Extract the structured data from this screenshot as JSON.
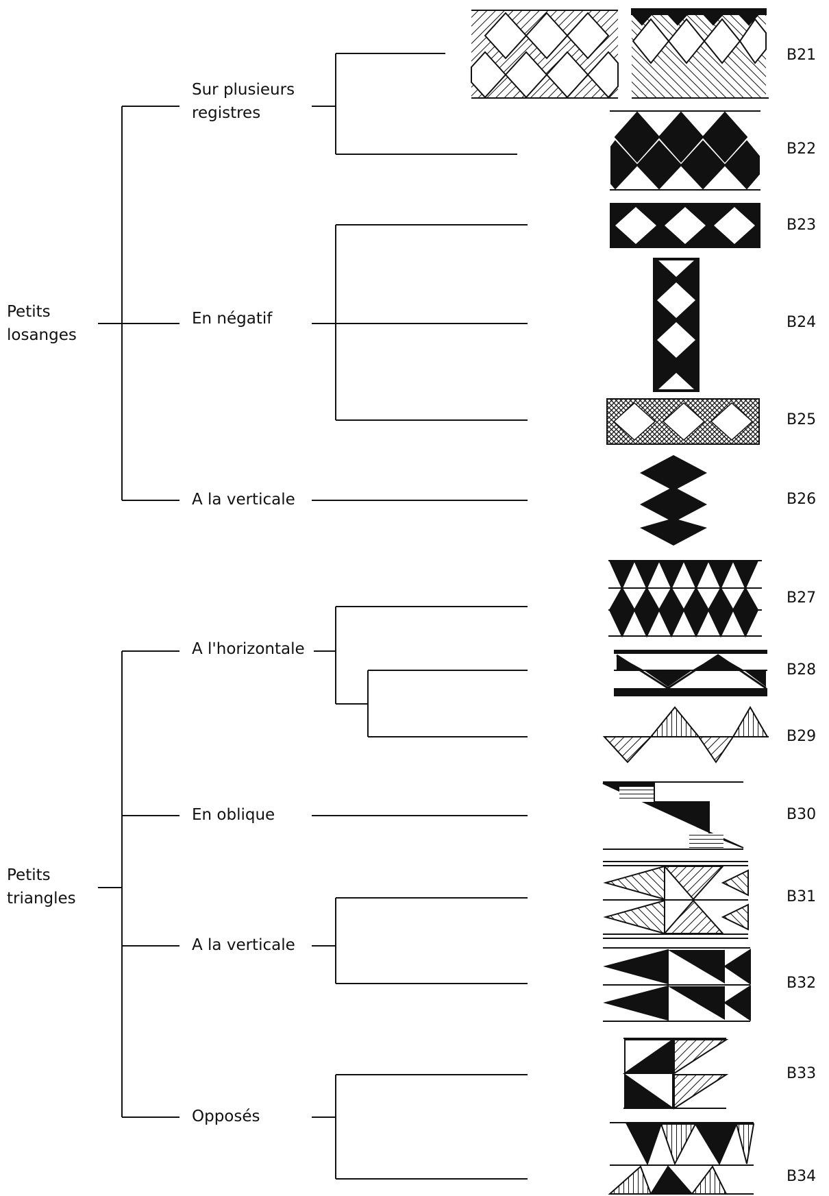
{
  "tree": {
    "roots": [
      {
        "line1": "Petits",
        "line2": "losanges"
      },
      {
        "line1": "Petits",
        "line2": "triangles"
      }
    ],
    "branches": {
      "plusieurs": {
        "line1": "Sur plusieurs",
        "line2": "registres"
      },
      "negatif": "En négatif",
      "verticale_losanges": "A la verticale",
      "horizontale": "A l'horizontale",
      "oblique": "En oblique",
      "verticale_triangles": "A la verticale",
      "opposes": "Opposés"
    },
    "codes": [
      "B21",
      "B22",
      "B23",
      "B24",
      "B25",
      "B26",
      "B27",
      "B28",
      "B29",
      "B30",
      "B31",
      "B32",
      "B33",
      "B34"
    ]
  },
  "colors": {
    "ink": "#111111",
    "paper": "#ffffff"
  }
}
